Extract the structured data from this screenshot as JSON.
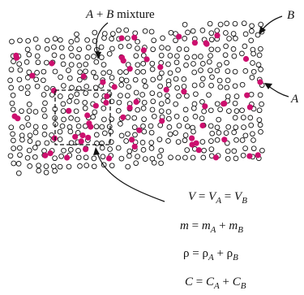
{
  "labels": {
    "mixture": {
      "A": "A",
      "plus": " + ",
      "B": "B",
      "word": " mixture"
    },
    "species_B": "B",
    "species_A": "A"
  },
  "equations": [
    {
      "lhs": "V",
      "op1": " = ",
      "t1": "V",
      "s1": "A",
      "op2": " = ",
      "t2": "V",
      "s2": "B"
    },
    {
      "lhs": "m",
      "op1": " = ",
      "t1": "m",
      "s1": "A",
      "op2": " + ",
      "t2": "m",
      "s2": "B"
    },
    {
      "lhs": "ρ",
      "op1": " = ",
      "t1": "ρ",
      "s1": "A",
      "op2": " + ",
      "t2": "ρ",
      "s2": "B"
    },
    {
      "lhs": "C",
      "op1": " = ",
      "t1": "C",
      "s1": "A",
      "op2": " + ",
      "t2": "C",
      "s2": "B"
    }
  ],
  "colors": {
    "species_A_fill": "#cc0f6e",
    "species_B_fill": "#ffffff",
    "outline": "#111111"
  }
}
